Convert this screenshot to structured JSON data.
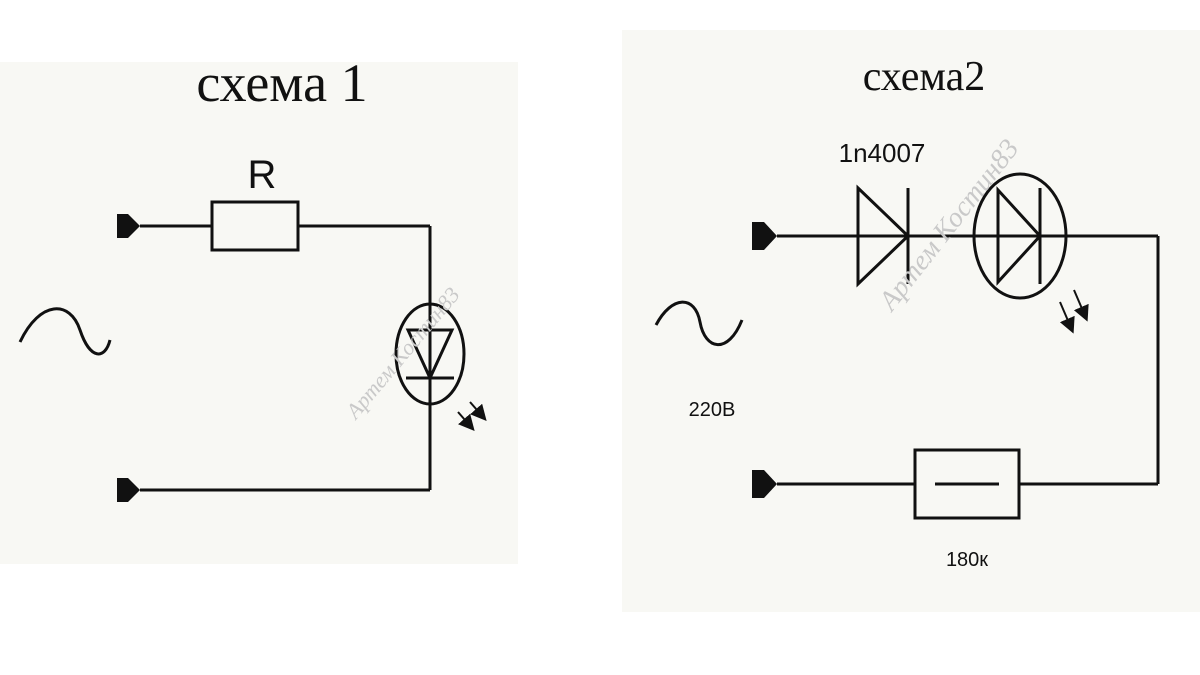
{
  "scheme1": {
    "title": "схема 1",
    "resistor_label": "R",
    "watermark": "Артем Костин83"
  },
  "scheme2": {
    "title": "схема2",
    "diode_label": "1n4007",
    "voltage_label": "220В",
    "resistor_label": "180к",
    "watermark": "Артем Костин83"
  },
  "colors": {
    "ink": "#111111",
    "panel": "#f8f8f4",
    "watermark": "#c9c9c9"
  },
  "icons": [
    "ac-source-icon",
    "terminal-arrow-icon",
    "resistor-icon",
    "led-icon",
    "diode-icon",
    "light-emission-arrows-icon"
  ]
}
